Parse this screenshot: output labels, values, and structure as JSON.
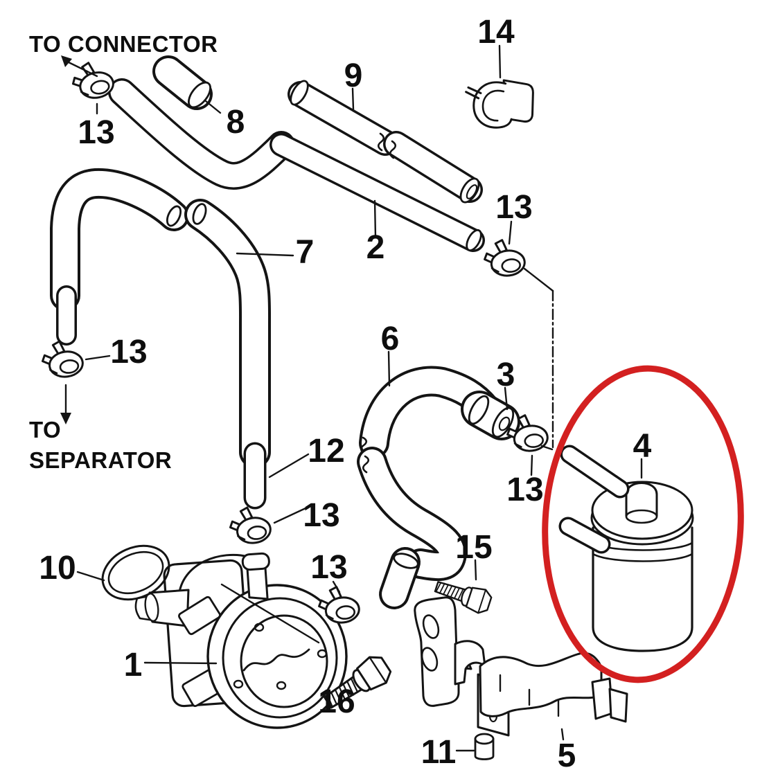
{
  "diagram": {
    "type": "exploded-parts-diagram",
    "subject": "Fuel pump and fuel filter hose assembly",
    "notes": {
      "to_connector": "TO CONNECTOR",
      "to_separator_line1": "TO",
      "to_separator_line2": "SEPARATOR"
    },
    "highlighted_part_number": "4",
    "part_labels": [
      {
        "part": "13",
        "text": "13"
      },
      {
        "part": "8",
        "text": "8"
      },
      {
        "part": "9",
        "text": "9"
      },
      {
        "part": "14",
        "text": "14"
      },
      {
        "part": "13",
        "text": "13"
      },
      {
        "part": "7",
        "text": "7"
      },
      {
        "part": "2",
        "text": "2"
      },
      {
        "part": "13",
        "text": "13"
      },
      {
        "part": "12",
        "text": "12"
      },
      {
        "part": "13",
        "text": "13"
      },
      {
        "part": "6",
        "text": "6"
      },
      {
        "part": "3",
        "text": "3"
      },
      {
        "part": "13",
        "text": "13"
      },
      {
        "part": "4",
        "text": "4"
      },
      {
        "part": "10",
        "text": "10"
      },
      {
        "part": "13",
        "text": "13"
      },
      {
        "part": "15",
        "text": "15"
      },
      {
        "part": "1",
        "text": "1"
      },
      {
        "part": "16",
        "text": "16"
      },
      {
        "part": "11",
        "text": "11"
      },
      {
        "part": "5",
        "text": "5"
      }
    ],
    "colors": {
      "line": "#141414",
      "background": "#ffffff",
      "highlight": "#d32020"
    }
  }
}
